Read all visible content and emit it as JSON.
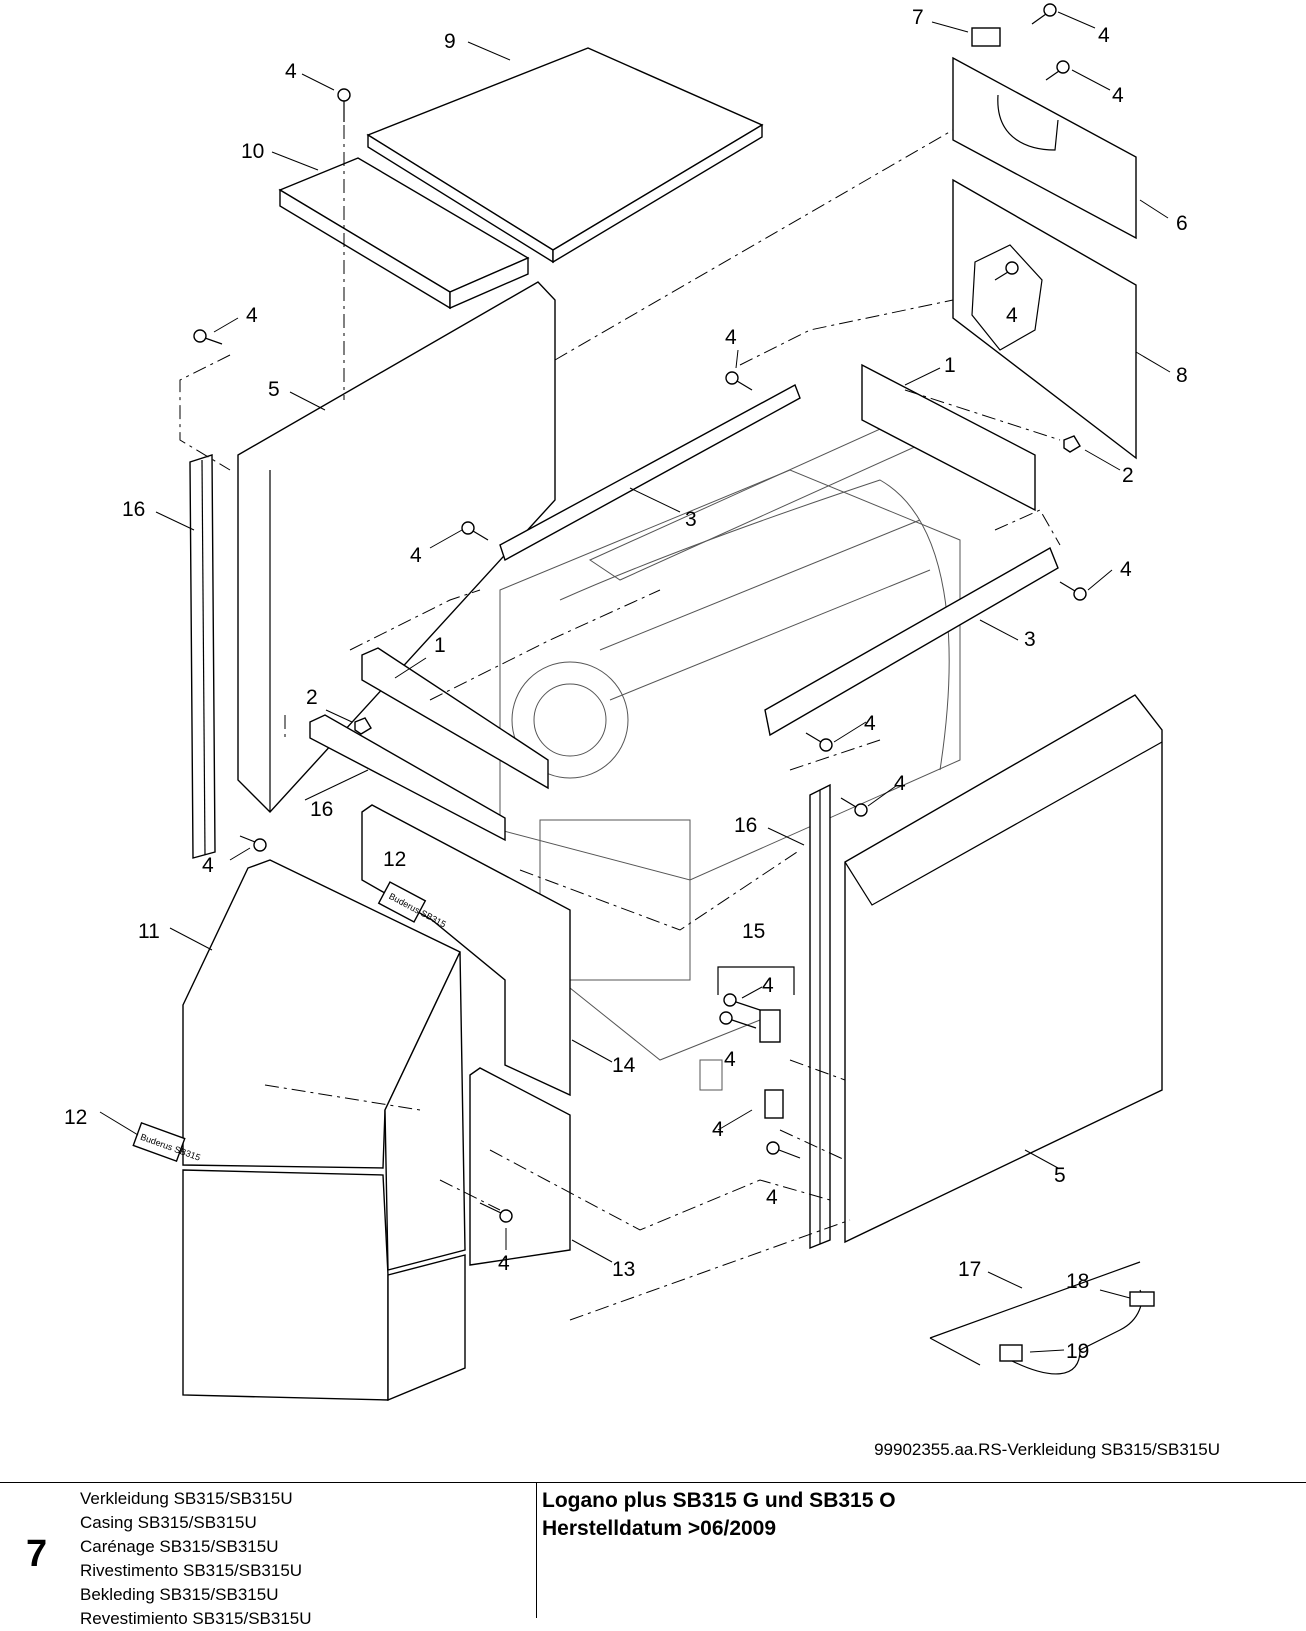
{
  "callouts": [
    {
      "label": "9"
    },
    {
      "label": "4"
    },
    {
      "label": "10"
    },
    {
      "label": "4"
    },
    {
      "label": "5"
    },
    {
      "label": "16"
    },
    {
      "label": "4"
    },
    {
      "label": "4"
    },
    {
      "label": "3"
    },
    {
      "label": "1"
    },
    {
      "label": "2"
    },
    {
      "label": "16"
    },
    {
      "label": "4"
    },
    {
      "label": "7"
    },
    {
      "label": "4"
    },
    {
      "label": "4"
    },
    {
      "label": "6"
    },
    {
      "label": "4"
    },
    {
      "label": "8"
    },
    {
      "label": "1"
    },
    {
      "label": "2"
    },
    {
      "label": "4"
    },
    {
      "label": "3"
    },
    {
      "label": "4"
    },
    {
      "label": "4"
    },
    {
      "label": "16"
    },
    {
      "label": "12"
    },
    {
      "label": "11"
    },
    {
      "label": "12"
    },
    {
      "label": "14"
    },
    {
      "label": "15"
    },
    {
      "label": "4"
    },
    {
      "label": "4"
    },
    {
      "label": "4"
    },
    {
      "label": "4"
    },
    {
      "label": "5"
    },
    {
      "label": "13"
    },
    {
      "label": "4"
    },
    {
      "label": "17"
    },
    {
      "label": "18"
    },
    {
      "label": "19"
    }
  ],
  "nameplate_text": "Buderus SB315",
  "drawing_code": "99902355.aa.RS-Verkleidung SB315/SB315U",
  "footer": {
    "chapter": "7",
    "titles": [
      "Verkleidung SB315/SB315U",
      "Casing SB315/SB315U",
      "Carénage SB315/SB315U",
      "Rivestimento SB315/SB315U",
      "Bekleding SB315/SB315U",
      "Revestimiento SB315/SB315U"
    ],
    "product_line1": "Logano plus SB315 G und SB315 O",
    "product_line2": "Herstelldatum >06/2009"
  }
}
